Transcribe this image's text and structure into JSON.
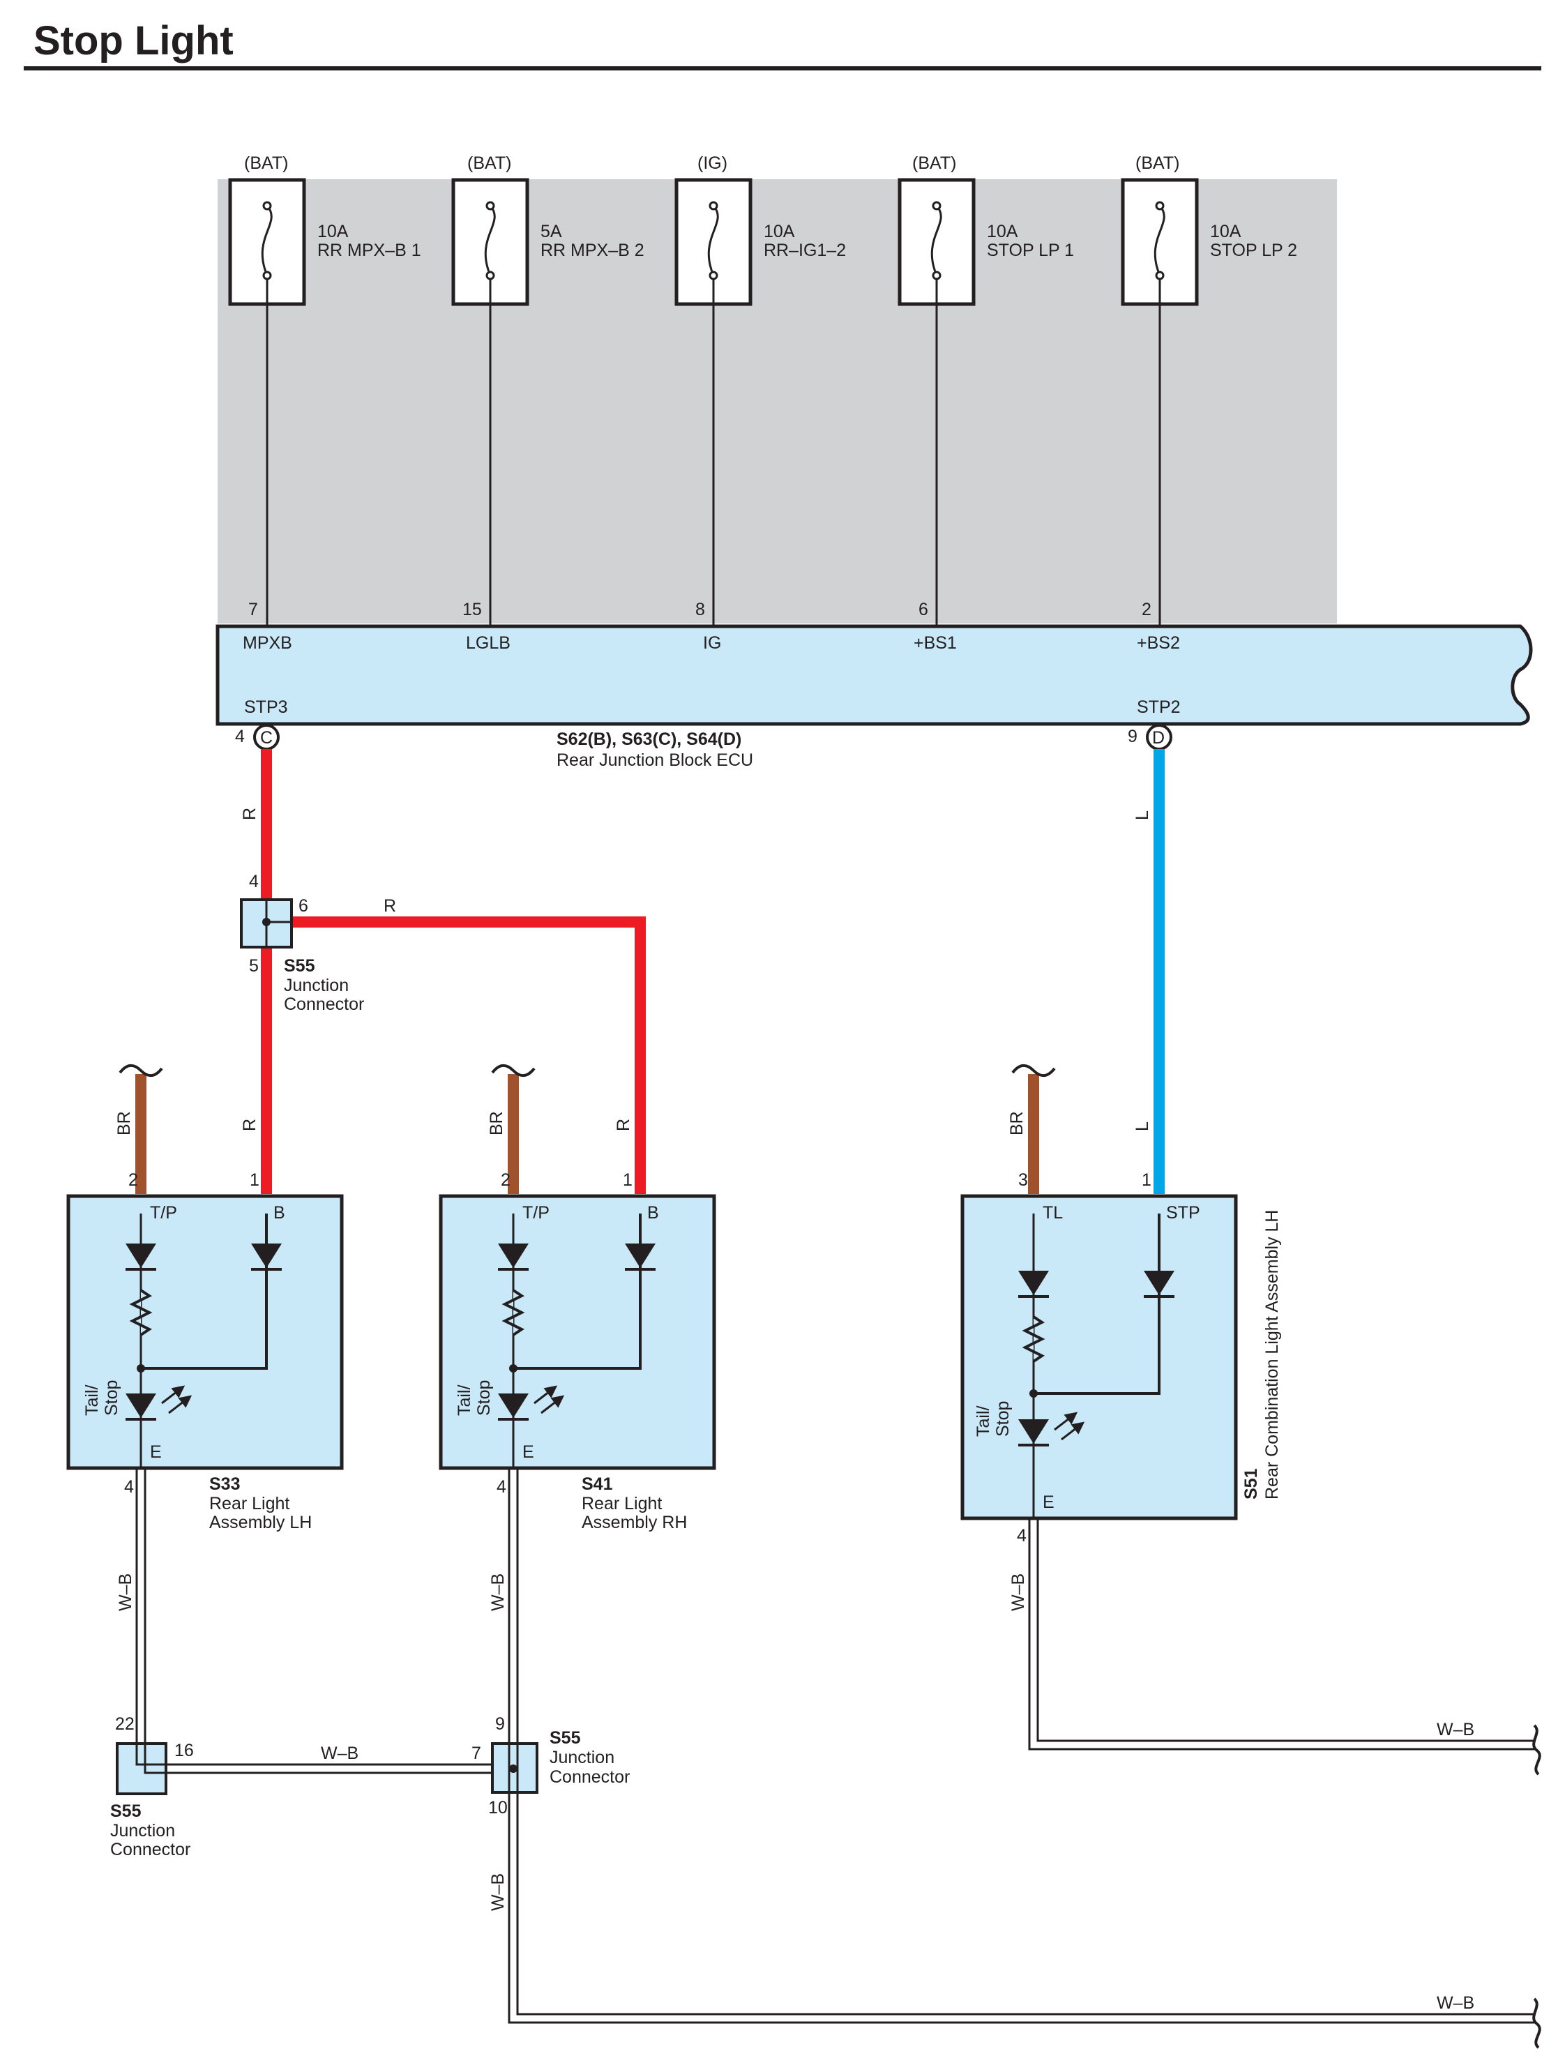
{
  "title": "Stop Light",
  "colors": {
    "red_wire": "#ed1c24",
    "blue_wire": "#00a6e5",
    "brown_wire": "#a0522d",
    "component_fill": "#c9e8f8",
    "fuse_panel": "#d1d2d4",
    "ground_wire": "#231f20"
  },
  "fuses": [
    {
      "source": "(BAT)",
      "amp": "10A",
      "name": "RR MPX–B 1",
      "pin": "7",
      "terminal": "MPXB"
    },
    {
      "source": "(BAT)",
      "amp": "5A",
      "name": "RR MPX–B 2",
      "pin": "15",
      "terminal": "LGLB"
    },
    {
      "source": "(IG)",
      "amp": "10A",
      "name": "RR–IG1–2",
      "pin": "8",
      "terminal": "IG"
    },
    {
      "source": "(BAT)",
      "amp": "10A",
      "name": "STOP LP 1",
      "pin": "6",
      "terminal": "+BS1"
    },
    {
      "source": "(BAT)",
      "amp": "10A",
      "name": "STOP LP 2",
      "pin": "2",
      "terminal": "+BS2"
    }
  ],
  "ecu": {
    "out_left": "STP3",
    "out_right": "STP2",
    "conn_left_pin": "4",
    "conn_left_letter": "C",
    "conn_right_pin": "9",
    "conn_right_letter": "D",
    "code": "S62(B), S63(C), S64(D)",
    "name": "Rear Junction Block ECU"
  },
  "wire_labels": {
    "r": "R",
    "l": "L",
    "br": "BR",
    "wb": "W–B"
  },
  "junction_top": {
    "code": "S55",
    "line1": "Junction",
    "line2": "Connector",
    "pin_in": "4",
    "pin_right": "6",
    "pin_down": "5"
  },
  "lamps": [
    {
      "code": "S33",
      "line1": "Rear Light",
      "line2": "Assembly LH",
      "pin_tp": "2",
      "pin_b": "1",
      "label_tp": "T/P",
      "label_b": "B",
      "label_e": "E",
      "pin_e": "4",
      "led_label1": "Tail/",
      "led_label2": "Stop"
    },
    {
      "code": "S41",
      "line1": "Rear Light",
      "line2": "Assembly RH",
      "pin_tp": "2",
      "pin_b": "1",
      "label_tp": "T/P",
      "label_b": "B",
      "label_e": "E",
      "pin_e": "4",
      "led_label1": "Tail/",
      "led_label2": "Stop"
    },
    {
      "code": "S51",
      "line1": "Rear Combination Light Assembly LH",
      "pin_tp": "3",
      "pin_b": "1",
      "label_tp": "TL",
      "label_b": "STP",
      "label_e": "E",
      "pin_e": "4",
      "led_label1": "Tail/",
      "led_label2": "Stop"
    }
  ],
  "junction_bl": {
    "code": "S55",
    "line1": "Junction",
    "line2": "Connector",
    "pin_top": "22",
    "pin_right": "16"
  },
  "junction_bm": {
    "code": "S55",
    "line1": "Junction",
    "line2": "Connector",
    "pin_top": "9",
    "pin_left": "7",
    "pin_bottom": "10"
  }
}
